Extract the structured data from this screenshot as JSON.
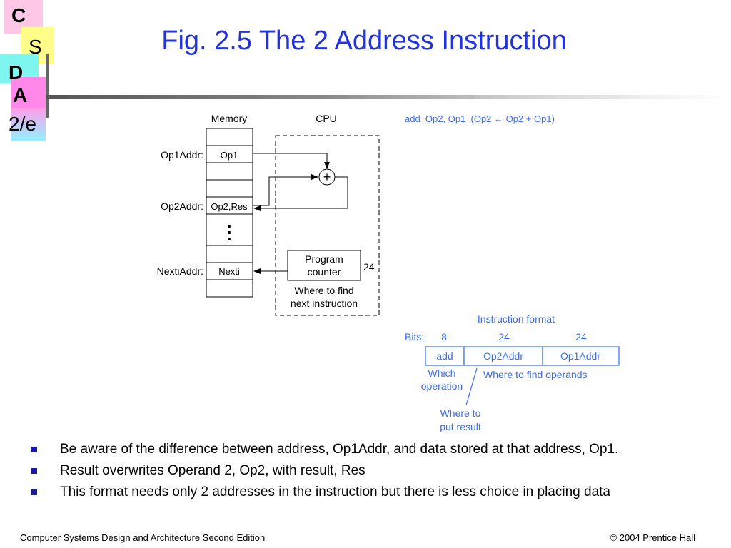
{
  "logo": {
    "l1": "C",
    "l2": "S",
    "l3": "D",
    "l4": "A",
    "edition": "2/e"
  },
  "title": "Fig. 2.5 The 2 Address Instruction",
  "diagram": {
    "memory_label": "Memory",
    "cpu_label": "CPU",
    "op1addr_label": "Op1Addr:",
    "op2addr_label": "Op2Addr:",
    "nextiaddr_label": "NextiAddr:",
    "cell_op1": "Op1",
    "cell_op2res": "Op2,Res",
    "cell_nexti": "Nexti",
    "ellipsis": "⋮",
    "adder_symbol": "+",
    "pc_line1": "Program",
    "pc_line2": "counter",
    "pc_bits": "24",
    "where_line1": "Where to find",
    "where_line2": "next instruction",
    "instruction_text": "add  Op2, Op1  (Op2 ← Op2 + Op1)",
    "format_title": "Instruction format",
    "bits_label": "Bits:",
    "bits_add": "8",
    "bits_op2": "24",
    "bits_op1": "24",
    "field_add": "add",
    "field_op2": "Op2Addr",
    "field_op1": "Op1Addr",
    "which_line1": "Which",
    "which_line2": "operation",
    "where_operands": "Where to find operands",
    "result_line1": "Where to",
    "result_line2": "put result"
  },
  "bullets": [
    "Be aware of the difference between address, Op1Addr, and data stored at that address, Op1.",
    "Result overwrites  Operand 2, Op2, with result, Res",
    "This format needs only 2 addresses in the instruction but there is less choice in placing data"
  ],
  "footer": {
    "left": "Computer Systems Design and Architecture Second Edition",
    "right": "© 2004 Prentice Hall"
  },
  "colors": {
    "title": "#2233dd",
    "annotation": "#3b6cf0",
    "bullet": "#1a1aa6"
  }
}
